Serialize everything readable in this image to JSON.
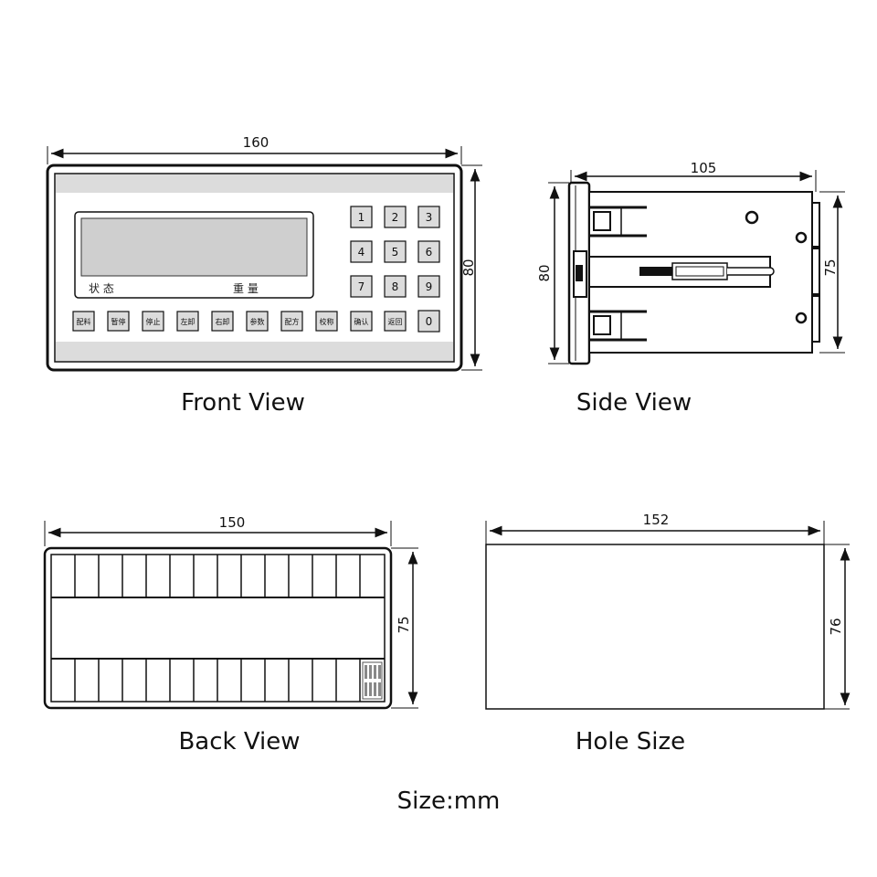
{
  "front_view": {
    "caption": "Front View",
    "width_label": "160",
    "height_label": "80",
    "lcd_labels": [
      "状 态",
      "重 量"
    ],
    "number_keys": [
      "1",
      "2",
      "3",
      "4",
      "5",
      "6",
      "7",
      "8",
      "9",
      "0"
    ],
    "function_keys": [
      "配料",
      "暂停",
      "停止",
      "左卸",
      "右卸",
      "参数",
      "配方",
      "校称",
      "确认",
      "返回"
    ]
  },
  "side_view": {
    "caption": "Side View",
    "depth_label": "105",
    "height_label": "80",
    "body_height_label": "75"
  },
  "back_view": {
    "caption": "Back View",
    "width_label": "150",
    "height_label": "75"
  },
  "hole_size": {
    "caption": "Hole Size",
    "width_label": "152",
    "height_label": "76"
  },
  "units_note": "Size:mm"
}
